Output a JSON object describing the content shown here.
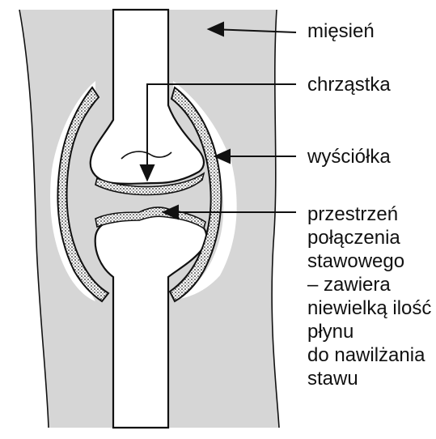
{
  "labels": {
    "muscle": "mięsień",
    "cartilage": "chrząstka",
    "lining": "wyściółka",
    "joint_space": [
      "przestrzeń",
      "połączenia",
      "stawowego",
      "– zawiera",
      "niewielką ilość",
      "płynu",
      "do nawilżania",
      "stawu"
    ]
  },
  "colors": {
    "muscle": "#d6d6d6",
    "outline": "#111111",
    "cartilage_fill": "#c8c8c8"
  }
}
